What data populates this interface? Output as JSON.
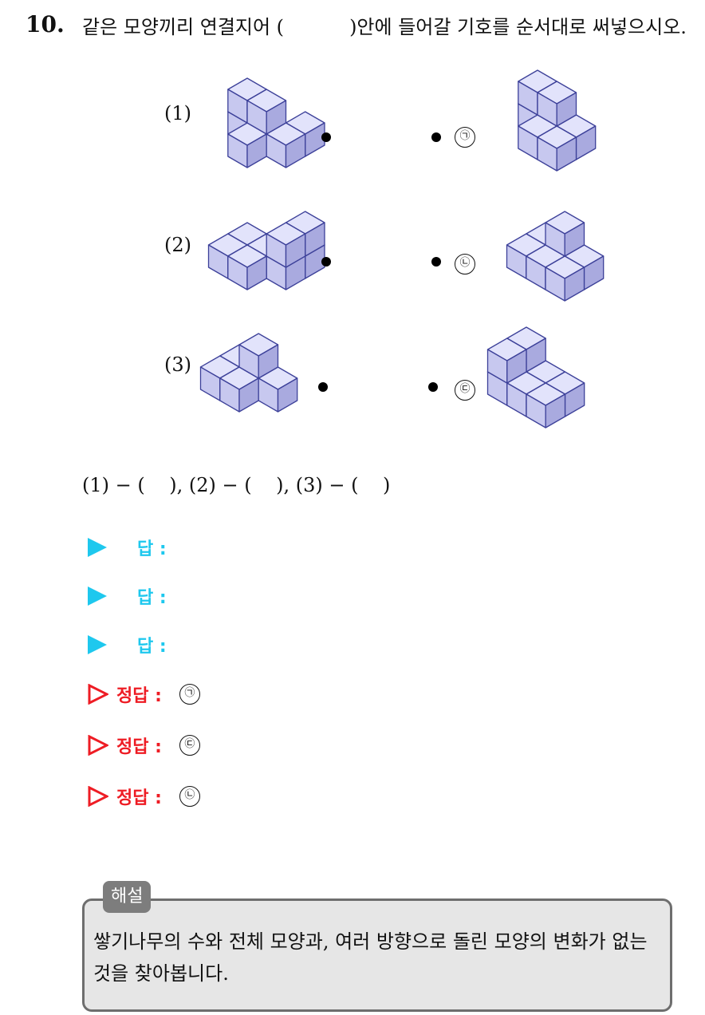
{
  "question": {
    "number": "10.",
    "text_before_blank": "같은 모양끼리 연결지어 (",
    "text_after_blank": ")안에 들어갈 기호를 순서대로 써넣으시오."
  },
  "problems": [
    {
      "label": "(1)",
      "symbol": "㉠"
    },
    {
      "label": "(2)",
      "symbol": "㉡"
    },
    {
      "label": "(3)",
      "symbol": "㉢"
    }
  ],
  "pairs_line": "(1) − (    ), (2) − (    ), (3) − (    )",
  "answer_rows": [
    {
      "label": "답 :"
    },
    {
      "label": "답 :"
    },
    {
      "label": "답 :"
    }
  ],
  "solutions": [
    {
      "label": "정답 :",
      "value": "㉠"
    },
    {
      "label": "정답 :",
      "value": "㉢"
    },
    {
      "label": "정답 :",
      "value": "㉡"
    }
  ],
  "explanation": {
    "tag": "해설",
    "text": "쌓기나무의 수와 전체 모양과, 여러 방향으로 돌린 모양의 변화가 없는 것을 찾아봅니다."
  },
  "colors": {
    "cube_top": "#e2e3fb",
    "cube_left": "#c7c8ef",
    "cube_right": "#a9aadf",
    "cube_edge": "#3c4099",
    "answer_blue": "#1ec8ee",
    "solution_red": "#ee1c24",
    "explanation_bg": "#e6e6e6"
  },
  "icons": [
    "triangle-right-filled-icon",
    "triangle-right-outline-icon"
  ]
}
